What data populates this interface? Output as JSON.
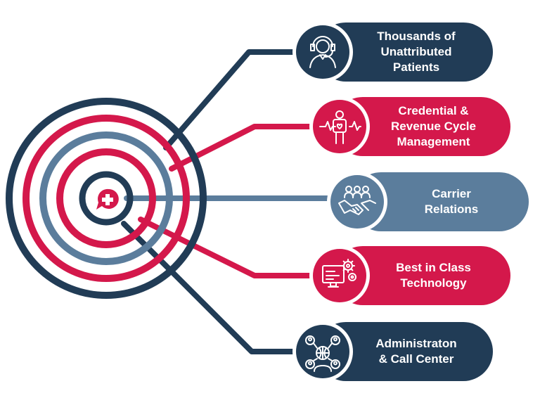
{
  "colors": {
    "navy": "#213c56",
    "crimson": "#d4184b",
    "slate": "#5b7d9c",
    "white": "#ffffff"
  },
  "target": {
    "center_icon": "medical-cross-pin-icon"
  },
  "items": [
    {
      "lines": [
        "Thousands of",
        "Unattributed",
        "Patients"
      ],
      "color": "navy",
      "icon": "headset-agent-icon"
    },
    {
      "lines": [
        "Credential &",
        "Revenue Cycle",
        "Management"
      ],
      "color": "crimson",
      "icon": "person-heartbeat-icon"
    },
    {
      "lines": [
        "Carrier",
        "Relations"
      ],
      "color": "slate",
      "icon": "handshake-group-icon"
    },
    {
      "lines": [
        "Best in Class",
        "Technology"
      ],
      "color": "crimson",
      "icon": "computer-gears-icon"
    },
    {
      "lines": [
        "Administraton",
        "& Call Center"
      ],
      "color": "navy",
      "icon": "network-people-icon"
    }
  ]
}
